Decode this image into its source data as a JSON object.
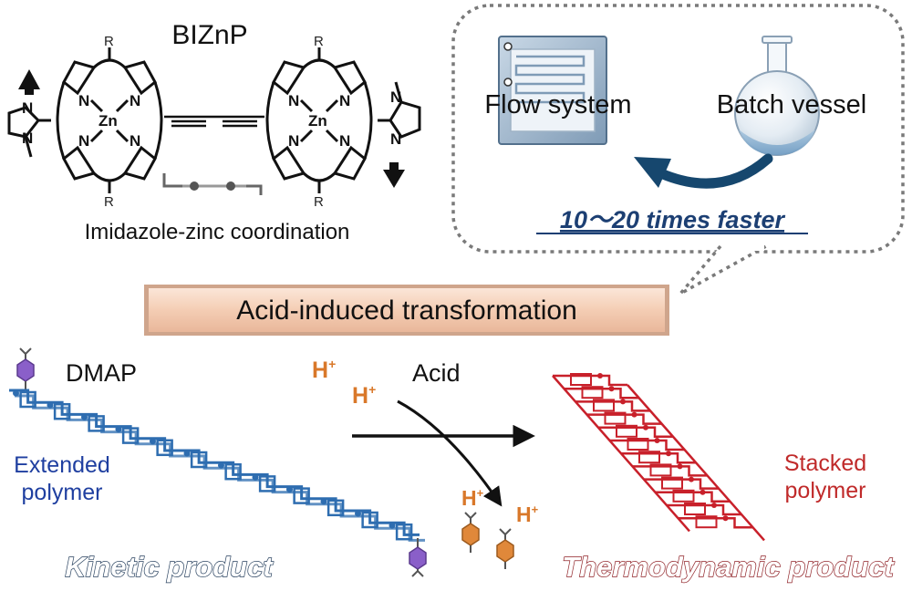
{
  "molecule": {
    "name": "BIZnP",
    "caption": "Imidazole-zinc coordination",
    "substituent": "R",
    "metal": "Zn",
    "atom_n": "N"
  },
  "bubble": {
    "flow_label": "Flow system",
    "batch_label": "Batch vessel",
    "speed_label": "10～20 times faster"
  },
  "banner": {
    "label": "Acid-induced transformation"
  },
  "left": {
    "reagent": "DMAP",
    "polymer_line1": "Extended",
    "polymer_line2": "polymer",
    "product": "Kinetic product"
  },
  "middle": {
    "proton": "H",
    "proton_sup": "+",
    "acid": "Acid"
  },
  "right": {
    "polymer_line1": "Stacked",
    "polymer_line2": "polymer",
    "product": "Thermodynamic product"
  },
  "colors": {
    "extended": "#2e6db0",
    "extended_text": "#1f3fa0",
    "stacked": "#c8202a",
    "stacked_text": "#c02a2a",
    "proton": "#d9782a",
    "arrow_dark": "#16476e",
    "banner_fill": "#f2c9ae",
    "speed_text": "#1c3f73"
  }
}
